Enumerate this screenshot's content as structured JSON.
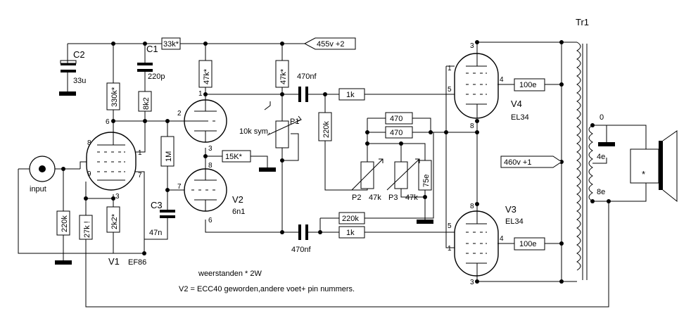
{
  "labels": {
    "tr1": "Tr1",
    "c2": "C2",
    "c2_value": "33u",
    "c1": "C1",
    "c1_value": "220p",
    "r_33k": "33k*",
    "supply_455": "455v   +2",
    "r_330k": "330k*",
    "r_8k2": "8k2",
    "r_47k_a": "47k*",
    "r_47k_b": "47k*",
    "c_470nf_top": "470nf",
    "r_1k_top": "1k",
    "r_100e_top": "100e",
    "v4": "V4",
    "v4_type": "EL34",
    "p1": "P1",
    "p1_value": "10k sym.",
    "r_220k_mid": "220k",
    "r_470_a": "470",
    "r_470_b": "470",
    "r_1m": "1M",
    "r_15k": "15K*",
    "v2": "V2",
    "v2_type": "6n1",
    "c3": "C3",
    "c3_value": "47n",
    "input": "input",
    "r_220k_in": "220k",
    "r_27k": "27k !",
    "r_2k2": "2k2*",
    "v1": "V1",
    "v1_type": "EF86",
    "p2": "P2",
    "p2_value": "47k",
    "p3": "P3",
    "p3_value": "47k",
    "r_75e": "75e",
    "r_220k_bot": "220k",
    "r_1k_bot": "1k",
    "c_470nf_bot": "470nf",
    "v3": "V3",
    "v3_type": "EL34",
    "r_100e_bot": "100e",
    "supply_460": "460v   +1",
    "tap_0": "0",
    "tap_4e": "4e",
    "tap_8e": "8e",
    "speaker_mark": "*",
    "note1": "weerstanden * 2W",
    "note2": "V2 =  ECC40 geworden,andere voet+ pin nummers."
  },
  "pins": {
    "v1_1": "1",
    "v1_3": "3",
    "v1_6": "6",
    "v1_7": "7",
    "v1_8": "8",
    "v1_9": "9",
    "v2_1": "1",
    "v2_2": "2",
    "v2_3": "3",
    "v2_6": "6",
    "v2_7": "7",
    "v2_8": "8",
    "v4_1": "1",
    "v4_3": "3",
    "v4_4": "4",
    "v4_5": "5",
    "v4_8": "8",
    "v3_1": "1",
    "v3_3": "3",
    "v3_4": "4",
    "v3_5": "5",
    "v3_8": "8"
  }
}
